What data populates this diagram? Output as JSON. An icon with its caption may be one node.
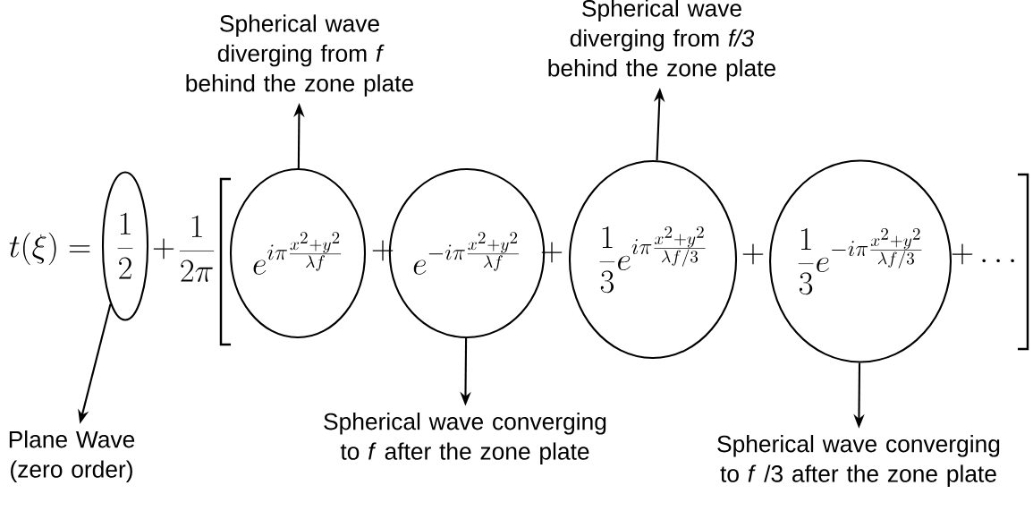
{
  "diagram": {
    "nodes": [
      {
        "text": [
          "\\frac{1}{2}"
        ]
      },
      {
        "text": [
          "e^{i\\pi\\frac{x^2+y^2}{\\lambda f}}"
        ]
      },
      {
        "text": [
          "e^{-i\\pi\\frac{x^2+y^2}{\\lambda f}}"
        ]
      },
      {
        "text": [
          "\\frac{1}{3}e^{i\\pi\\frac{x^2+y^2}{\\lambda f/3}}"
        ]
      },
      {
        "text": [
          "\\frac{1}{3}e^{-i\\pi\\frac{x^2+y^2}{\\lambda f/3}}"
        ]
      },
      {
        "text": [
          "Plane Wave (zero order)"
        ]
      },
      {
        "text": [
          "Spherical wave diverging from *f* behind the zone plate"
        ]
      },
      {
        "text": [
          "Spherical wave converging to *f* after the zone plate"
        ]
      },
      {
        "text": [
          "Spherical wave diverging from *f/3* behind the zone plate"
        ]
      },
      {
        "text": [
          "Spherical wave converging to *f* /3 after the zone plate"
        ]
      }
    ],
    "edges": [
      {
        "from": 0,
        "to": 5,
        "arrow": "to"
      },
      {
        "from": 1,
        "to": 6,
        "arrow": "to"
      },
      {
        "from": 2,
        "to": 7,
        "arrow": "to"
      },
      {
        "from": 3,
        "to": 8,
        "arrow": "to"
      },
      {
        "from": 4,
        "to": 9,
        "arrow": "to"
      }
    ],
    "labels": [
      "t(\\xi)=",
      "+",
      "\\frac{1}{2\\pi}",
      "+",
      "+",
      "+",
      "+\\dots"
    ]
  }
}
